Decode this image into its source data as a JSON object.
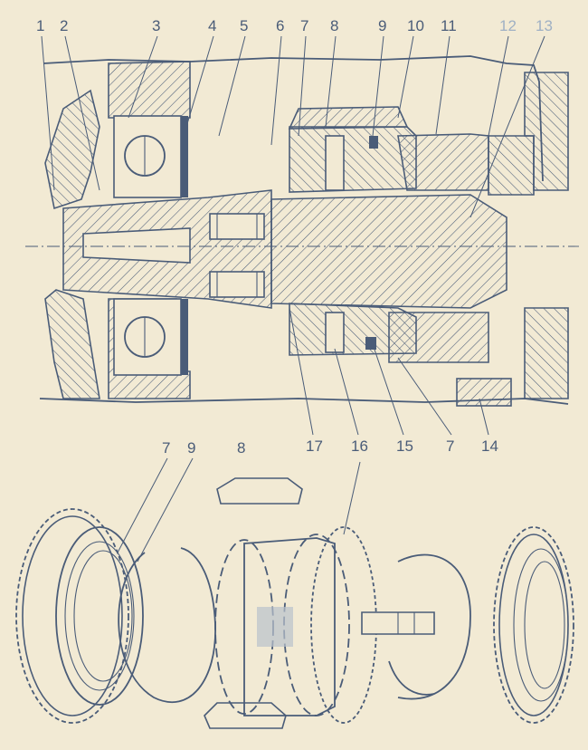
{
  "top_callouts": [
    "1",
    "2",
    "3",
    "4",
    "5",
    "6",
    "7",
    "8",
    "9",
    "10",
    "11",
    "12",
    "13"
  ],
  "bottom_callouts": [
    "17",
    "16",
    "15",
    "7",
    "14"
  ],
  "exploded_callouts": [
    "7",
    "9",
    "8",
    "16"
  ],
  "colors": {
    "ink": "#4a5c78",
    "paper": "#f2ead4",
    "shaft_fill": "#f2ead4"
  }
}
